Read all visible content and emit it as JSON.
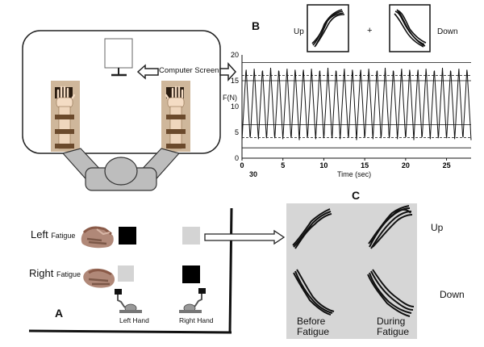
{
  "panel_labels": {
    "a": "A",
    "b": "B",
    "c": "C"
  },
  "setup": {
    "screen_label": "Computer Screen"
  },
  "mini_traces": {
    "up_label": "Up",
    "plus": "+",
    "down_label": "Down"
  },
  "chart_data": {
    "type": "line",
    "ylabel": "F(N)",
    "xlabel": "Time (sec)",
    "xlim": [
      0,
      28
    ],
    "ylim": [
      0,
      20
    ],
    "x_ticks": [
      "0",
      "5",
      "10",
      "15",
      "20",
      "25"
    ],
    "x_extra_tick": "30",
    "y_ticks": [
      "20",
      "15",
      "10",
      "5",
      "0"
    ],
    "reference_lines": [
      {
        "y": 18.5,
        "style": "solid"
      },
      {
        "y": 16,
        "style": "dashed"
      },
      {
        "y": 15,
        "style": "solid"
      },
      {
        "y": 6.5,
        "style": "solid"
      },
      {
        "y": 4,
        "style": "dashed"
      },
      {
        "y": 2,
        "style": "solid"
      }
    ],
    "series": [
      {
        "period_sec": 1.0,
        "min": 3.5,
        "max": 17.5
      }
    ],
    "grid": false
  },
  "task": {
    "left_label": "Left",
    "left_sub": "Fatigue",
    "right_label": "Right",
    "right_sub": "Fatigue",
    "left_hand_label": "Left Hand",
    "right_hand_label": "Right Hand"
  },
  "panel_c": {
    "up_label": "Up",
    "down_label": "Down",
    "before_line1": "Before",
    "before_line2": "Fatigue",
    "during_line1": "During",
    "during_line2": "Fatigue"
  },
  "colors": {
    "table_fill": "#f7f2ea",
    "arm_rest": "#cfb79b",
    "strap": "#6b4a2c",
    "chair": "#bdbdbd",
    "panel_c_bg": "#d6d6d6",
    "light_square": "#d4d4d4",
    "dark_square": "#000000"
  }
}
